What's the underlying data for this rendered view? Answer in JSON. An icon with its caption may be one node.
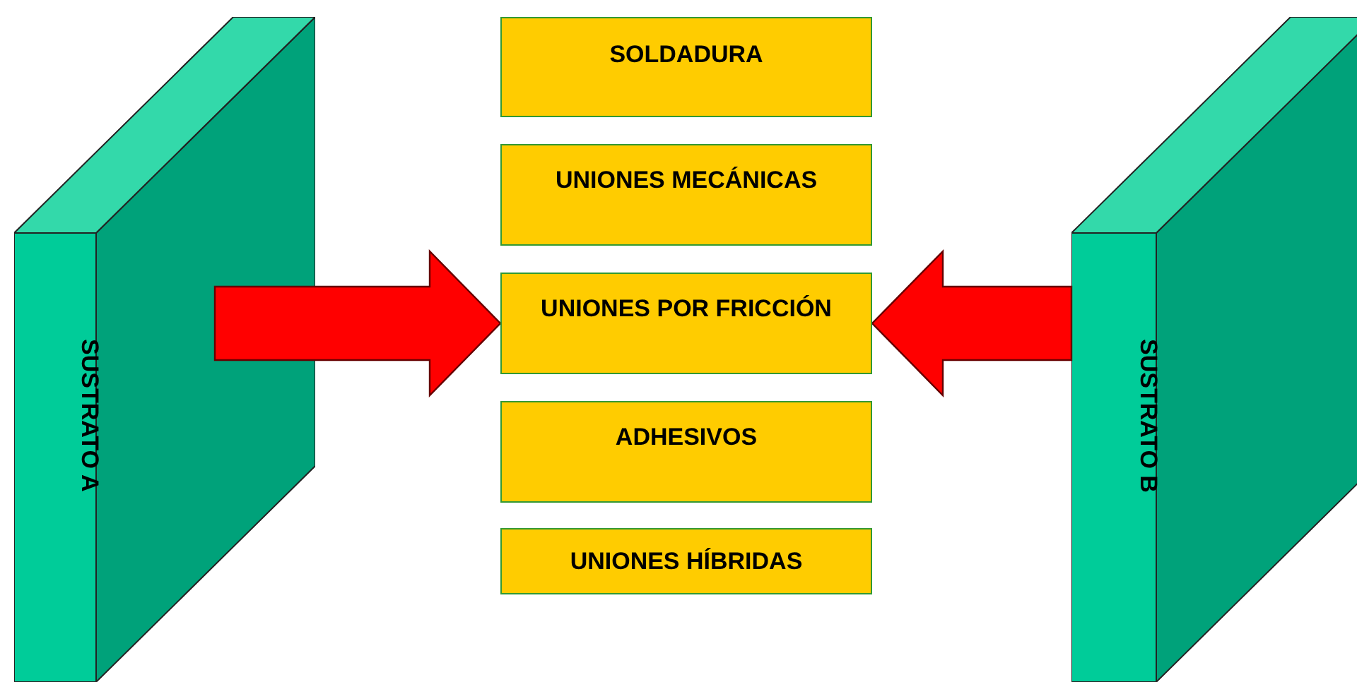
{
  "diagram": {
    "nodes": [
      {
        "text": [
          "SUSTRATO A"
        ]
      },
      {
        "text": [
          "SOLDADURA"
        ]
      },
      {
        "text": [
          "UNIONES MECÁNICAS"
        ]
      },
      {
        "text": [
          "UNIONES POR FRICCIÓN"
        ]
      },
      {
        "text": [
          "ADHESIVOS"
        ]
      },
      {
        "text": [
          "UNIONES HÍBRIDAS"
        ]
      },
      {
        "text": [
          "SUSTRATO B"
        ]
      }
    ],
    "edges": [
      {
        "from": 0,
        "to": 3,
        "arrow": "to",
        "style": "thick"
      },
      {
        "from": 6,
        "to": 3,
        "arrow": "to",
        "style": "thick"
      }
    ]
  }
}
